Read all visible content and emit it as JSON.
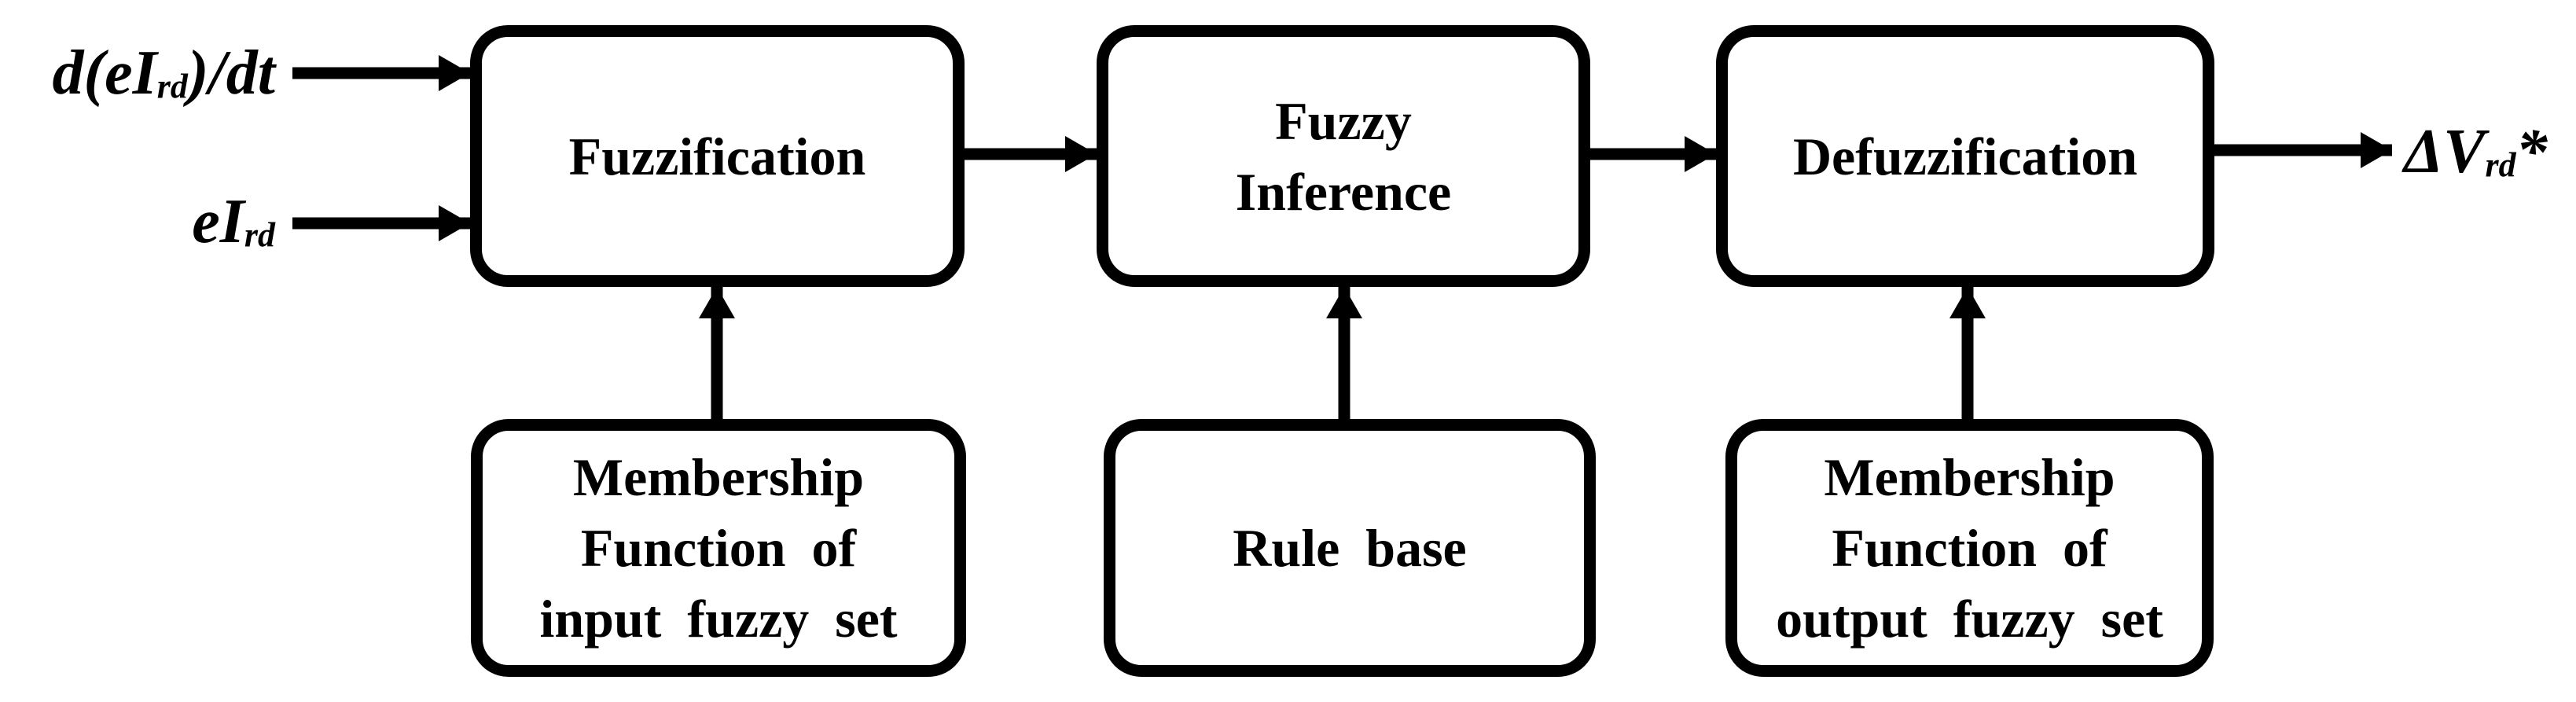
{
  "colors": {
    "ink": "#000000",
    "background": "#ffffff"
  },
  "labels": {
    "input_derivative": {
      "pre": "d(eI",
      "sub": "rd",
      "post": ")/dt"
    },
    "input_error": {
      "pre": "eI",
      "sub": "rd",
      "post": ""
    },
    "output": {
      "pre": "ΔV",
      "sub": "rd",
      "post": "*"
    }
  },
  "boxes": {
    "fuzzification": {
      "line1": "Fuzzification"
    },
    "fuzzy_inference": {
      "line1": "Fuzzy",
      "line2": "Inference"
    },
    "defuzzification": {
      "line1": "Defuzzification"
    },
    "membership_input": {
      "line1": "Membership",
      "line2": "Function of",
      "line3": "input fuzzy set"
    },
    "rule_base": {
      "line1": "Rule base"
    },
    "membership_output": {
      "line1": "Membership",
      "line2": "Function of",
      "line3": "output fuzzy set"
    }
  },
  "arrows": [
    {
      "name": "arrow-input-derivative",
      "from": "d(eI rd )/dt input",
      "to": "Fuzzification"
    },
    {
      "name": "arrow-input-error",
      "from": "eI rd input",
      "to": "Fuzzification"
    },
    {
      "name": "arrow-fuzzification-to-inference",
      "from": "Fuzzification",
      "to": "Fuzzy Inference"
    },
    {
      "name": "arrow-inference-to-defuzzification",
      "from": "Fuzzy Inference",
      "to": "Defuzzification"
    },
    {
      "name": "arrow-defuzzification-to-output",
      "from": "Defuzzification",
      "to": "ΔV rd * output"
    },
    {
      "name": "arrow-membership-input-to-fuzzification",
      "from": "Membership Function of input fuzzy set",
      "to": "Fuzzification"
    },
    {
      "name": "arrow-rulebase-to-inference",
      "from": "Rule base",
      "to": "Fuzzy Inference"
    },
    {
      "name": "arrow-membership-output-to-defuzzification",
      "from": "Membership Function of output fuzzy set",
      "to": "Defuzzification"
    }
  ]
}
